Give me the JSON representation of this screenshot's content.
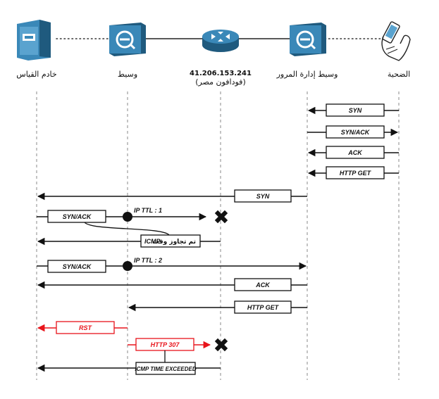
{
  "nodes": {
    "measurement_server": {
      "label": "خادم القياس",
      "icon": "server-icon"
    },
    "proxy": {
      "label": "وسيط",
      "icon": "proxy-icon"
    },
    "router": {
      "ip": "41.206.153.241",
      "label": "(فودافون مصر)",
      "icon": "router-icon"
    },
    "traffic_proxy": {
      "label": "وسيط إدارة المرور",
      "icon": "proxy-icon"
    },
    "victim": {
      "label": "الضحية",
      "icon": "hand-phone-icon"
    }
  },
  "messages": {
    "syn_1": "SYN",
    "synack_1": "SYN/ACK",
    "ack_1": "ACK",
    "httpget_1": "HTTP GET",
    "syn_2": "SYN",
    "synack_2": "SYN/ACK",
    "ttl_1": "IP TTL : 1",
    "icmp_label": "ICMP",
    "icmp_note": "تم تجاوز وقت",
    "synack_3": "SYN/ACK",
    "ttl_2": "IP TTL : 2",
    "ack_2": "ACK",
    "httpget_2": "HTTP GET",
    "rst": "RST",
    "http307": "HTTP 307",
    "icmp_exceeded": "ICMP TIME EXCEEDED"
  },
  "colors": {
    "accent_icon": "#3a88b8",
    "accent_icon_dark": "#1f5a7e",
    "alert": "#e8141b",
    "line": "#111111",
    "lifeline": "#888888"
  }
}
